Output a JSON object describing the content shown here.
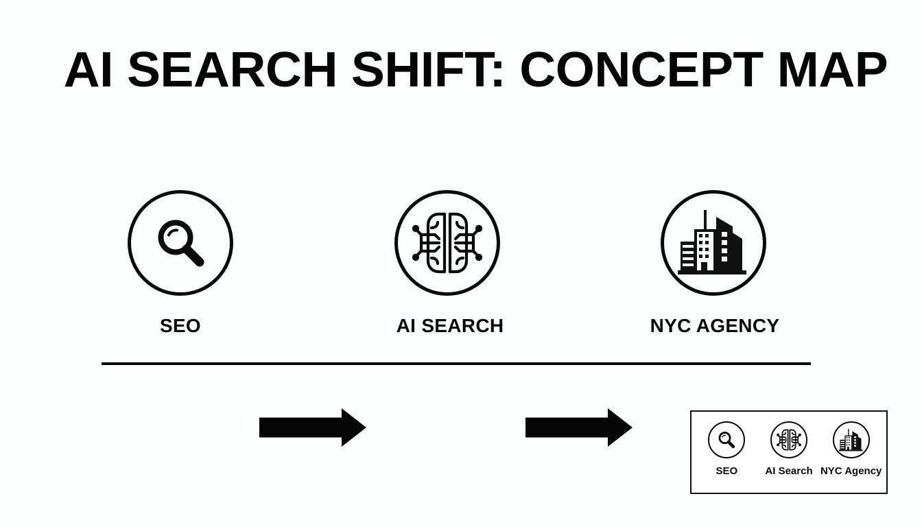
{
  "slide": {
    "title": "AI SEARCH SHIFT: CONCEPT MAP",
    "background_color": "#fdfefe",
    "ink_color": "#0a0a0a"
  },
  "flow": {
    "nodes": [
      {
        "id": "seo",
        "label": "SEO",
        "icon": "magnifier-icon"
      },
      {
        "id": "ai",
        "label": "AI SEARCH",
        "icon": "circuit-brain-icon"
      },
      {
        "id": "nyc",
        "label": "NYC AGENCY",
        "icon": "cityscape-icon"
      }
    ],
    "connectors": [
      {
        "id": "arrow-1",
        "icon": "arrow-right-icon",
        "from": "seo",
        "to": "ai"
      },
      {
        "id": "arrow-2",
        "icon": "arrow-right-icon",
        "from": "ai",
        "to": "nyc"
      }
    ]
  },
  "divider": {
    "present": true
  },
  "legend": {
    "items": [
      {
        "id": "seo",
        "label": "SEO",
        "icon": "magnifier-icon"
      },
      {
        "id": "ai",
        "label": "AI Search",
        "icon": "circuit-brain-icon"
      },
      {
        "id": "nyc",
        "label": "NYC Agency",
        "icon": "cityscape-icon"
      }
    ]
  }
}
